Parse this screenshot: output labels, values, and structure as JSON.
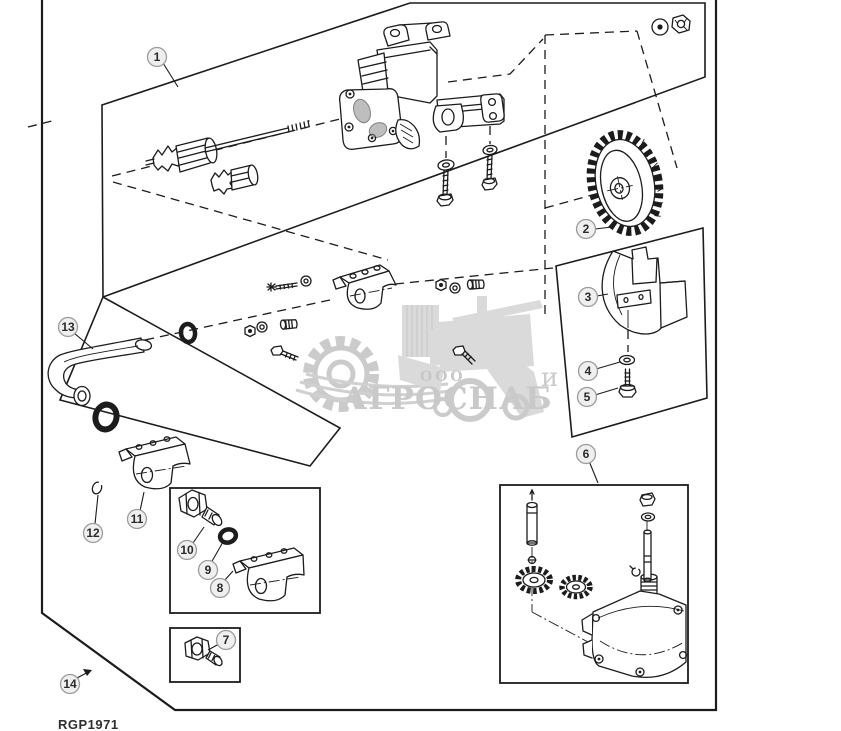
{
  "diagram": {
    "drawing_number": "RGP1971",
    "callouts": [
      {
        "label": "1"
      },
      {
        "label": "2"
      },
      {
        "label": "3"
      },
      {
        "label": "4"
      },
      {
        "label": "5"
      },
      {
        "label": "6"
      },
      {
        "label": "7"
      },
      {
        "label": "8"
      },
      {
        "label": "9"
      },
      {
        "label": "10"
      },
      {
        "label": "11"
      },
      {
        "label": "12"
      },
      {
        "label": "13"
      },
      {
        "label": "14"
      }
    ],
    "watermark": {
      "org_form": "ООО",
      "company": "АГРОСНАБ",
      "text_fragment": "и"
    },
    "colors": {
      "line": "#1c1c1c",
      "paper": "#ffffff",
      "watermark_gray": "#c6c6c6",
      "callout_fill": "#efefef",
      "callout_stroke": "#9b9b9b"
    }
  }
}
